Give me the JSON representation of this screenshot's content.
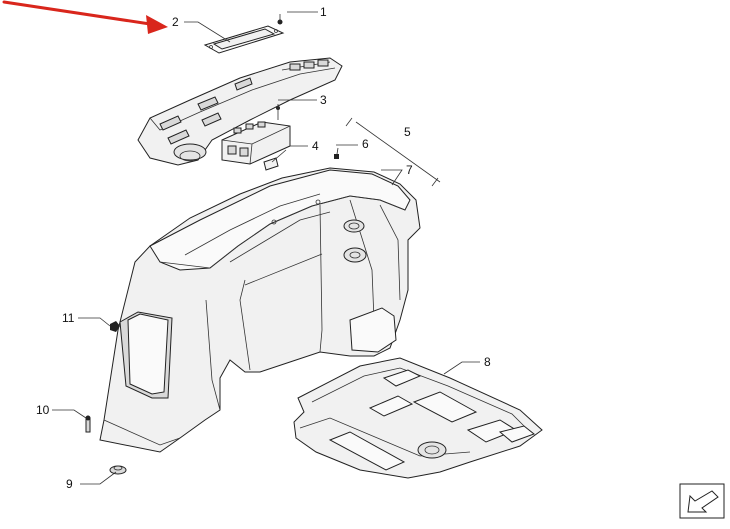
{
  "callouts": [
    {
      "id": "1",
      "label": "1"
    },
    {
      "id": "2",
      "label": "2"
    },
    {
      "id": "3",
      "label": "3"
    },
    {
      "id": "4",
      "label": "4"
    },
    {
      "id": "5",
      "label": "5"
    },
    {
      "id": "6",
      "label": "6"
    },
    {
      "id": "7",
      "label": "7"
    },
    {
      "id": "8",
      "label": "8"
    },
    {
      "id": "9",
      "label": "9"
    },
    {
      "id": "10",
      "label": "10"
    },
    {
      "id": "11",
      "label": "11"
    }
  ],
  "colors": {
    "highlight_arrow": "#d9261c",
    "line": "#222222",
    "fill": "#f1f1f1"
  },
  "highlighted_part": "2",
  "icons": {
    "corner_nav": "arrow-down-left-icon"
  }
}
